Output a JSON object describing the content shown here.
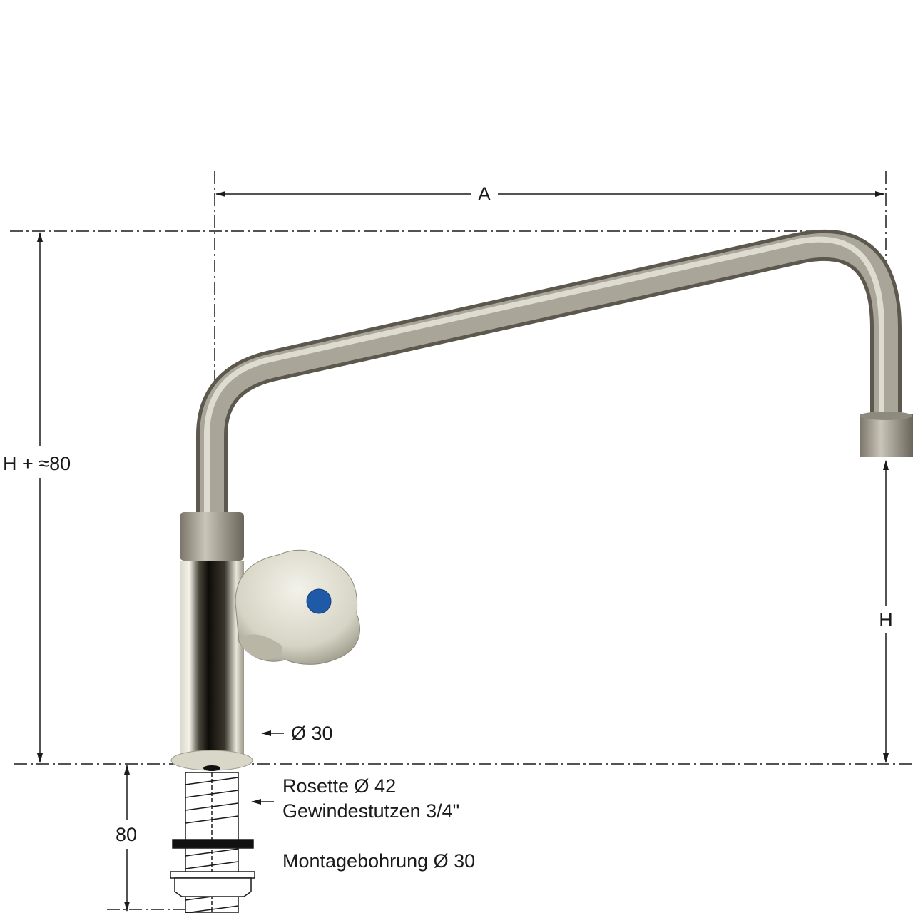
{
  "dimensions": {
    "width_label": "A",
    "total_height_label": "H + ≈80",
    "spout_height_label": "H",
    "thread_length_label": "80"
  },
  "annotations": {
    "body_diameter": "Ø 30",
    "rosette": "Rosette Ø 42",
    "thread": "Gewindestutzen 3/4\"",
    "mounting_hole": "Montagebohrung Ø 30"
  },
  "colors": {
    "handle_button": "#1f5aa8",
    "line": "#1a1a1a"
  }
}
